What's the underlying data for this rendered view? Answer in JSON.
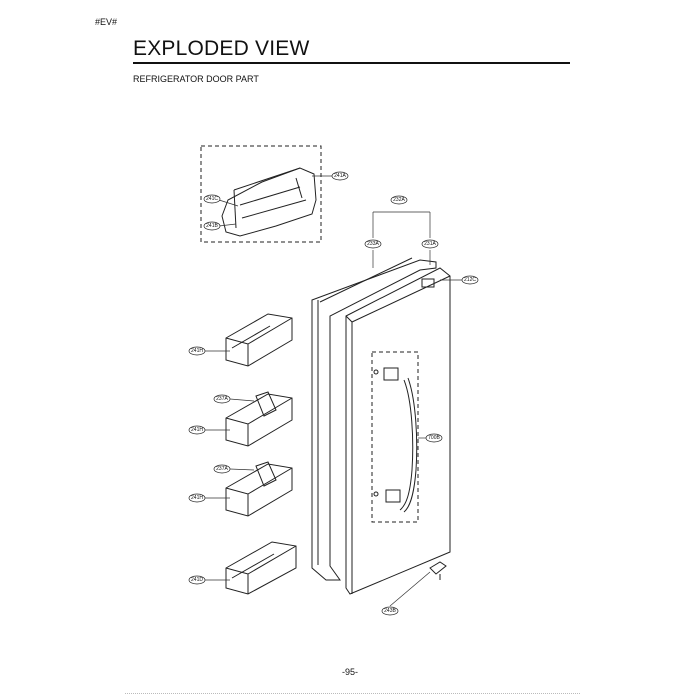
{
  "header": {
    "tag": "#EV#",
    "title": "EXPLODED VIEW",
    "subtitle": "REFRIGERATOR DOOR PART"
  },
  "callouts": {
    "c241A": "241A",
    "c241C": "241C",
    "c241B": "241B",
    "c232A": "232A",
    "c233A": "233A",
    "c231A": "231A",
    "c212C": "212C",
    "c241H_1": "241H",
    "c237A_1": "237A",
    "c241H_2": "241H",
    "c237A_2": "237A",
    "c241H_3": "241H",
    "c241D": "241D",
    "c700B": "700B",
    "c243B": "243B"
  },
  "footer": {
    "page_number": "-95-"
  }
}
